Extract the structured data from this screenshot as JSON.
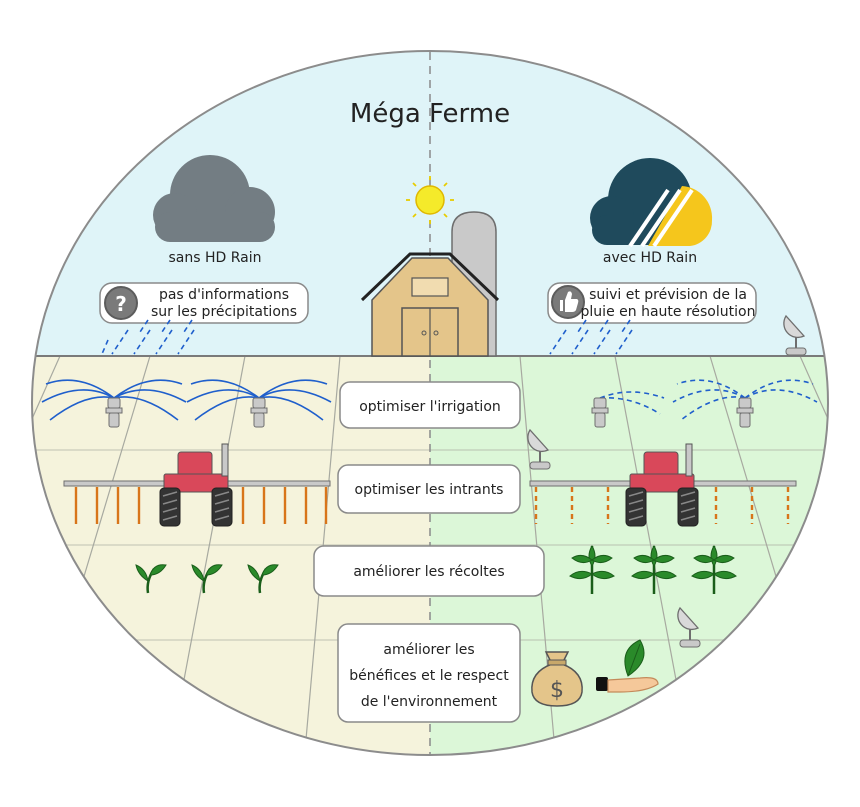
{
  "title": "Méga Ferme",
  "left": {
    "label": "sans HD Rain",
    "info_line1": "pas d'informations",
    "info_line2": "sur les précipitations",
    "info_icon": "question-icon"
  },
  "right": {
    "label": "avec HD Rain",
    "info_line1": "suivi et prévision de la",
    "info_line2": "pluie en haute résolution",
    "info_icon": "thumbs-up-icon"
  },
  "benefits": {
    "irrigation": "optimiser l'irrigation",
    "intrants": "optimiser les intrants",
    "recoltes": "améliorer les récoltes",
    "benefices_line1": "améliorer les",
    "benefices_line2": "bénéfices et le respect",
    "benefices_line3": "de l'environnement"
  },
  "colors": {
    "sky": "#dff4f8",
    "field_left": "#f5f3dc",
    "field_right": "#dcf7d8",
    "cloud_grey": "#737d83",
    "cloud_dark": "#1f4a5c",
    "sun_yellow": "#f5d21c",
    "rain_blue": "#1f5fcc",
    "tractor_red": "#d9485a",
    "nozzle_orange": "#d8751a",
    "plant_green": "#2a8a2a",
    "barn": "#e4c58a"
  }
}
